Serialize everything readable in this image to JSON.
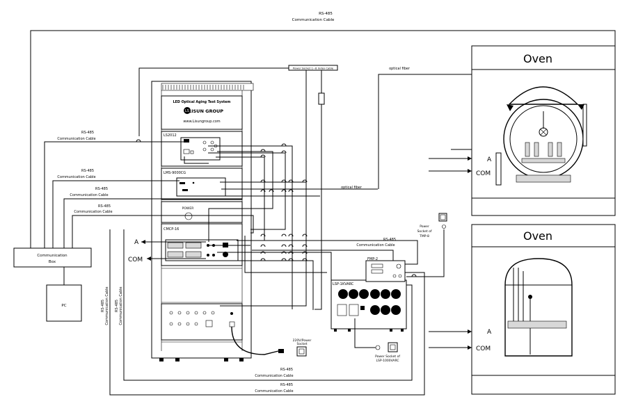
{
  "cables": {
    "rs485": "RS-485",
    "comm_cable": "Communication Cable",
    "optical_fiber": "optical fiber",
    "power_socket_cable": "Power Socket 1~8 Index Cable"
  },
  "cabinet": {
    "title": "LED Optical Aging Test System",
    "brand": "LISUN GROUP",
    "website": "www.Lisungroup.com",
    "ls2012": "LS2012",
    "lms": "LMS-9000CG",
    "power": "POWER",
    "cmcp": "CMCP-16"
  },
  "communication_box": {
    "label_line1": "Communication",
    "label_line2": "Box"
  },
  "pc": {
    "label": "PC"
  },
  "signals": {
    "a": "A",
    "com": "COM"
  },
  "lsp": {
    "label": "LSP-1KVARC"
  },
  "fmp": {
    "label": "FMP-2"
  },
  "power_220": {
    "line1": "220V/Power",
    "line2": "Socket"
  },
  "power_socket_tmp": {
    "line1": "Power",
    "line2": "Socket of",
    "line3": "TMP-8"
  },
  "power_socket_lsp": {
    "line1": "Power Socket of",
    "line2": "LSP-1000VARC"
  },
  "oven_top": {
    "title": "Oven",
    "a": "A",
    "com": "COM"
  },
  "oven_bottom": {
    "title": "Oven",
    "a": "A",
    "com": "COM"
  }
}
